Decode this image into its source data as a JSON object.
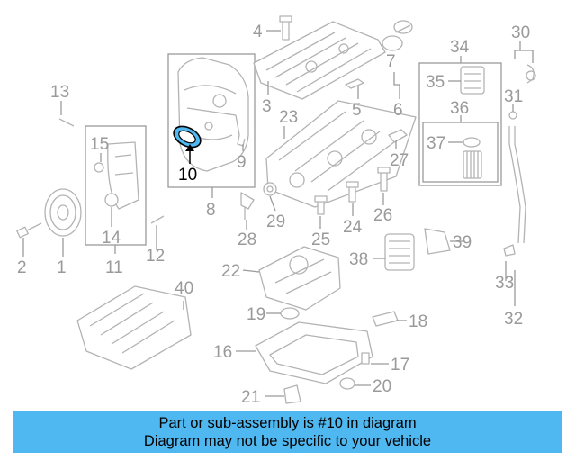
{
  "diagram": {
    "highlight_color": "#4fb8f0",
    "callouts": [
      "1",
      "2",
      "3",
      "4",
      "5",
      "6",
      "7",
      "8",
      "9",
      "10",
      "11",
      "12",
      "13",
      "14",
      "15",
      "16",
      "17",
      "18",
      "19",
      "20",
      "21",
      "22",
      "23",
      "24",
      "25",
      "26",
      "27",
      "28",
      "29",
      "30",
      "31",
      "32",
      "33",
      "34",
      "35",
      "36",
      "37",
      "38",
      "39",
      "40"
    ],
    "highlighted_part": "10"
  },
  "banner": {
    "line1": "Part or sub-assembly is #10 in diagram",
    "line2": "Diagram may not be specific to your vehicle",
    "background": "#4fb8f0"
  }
}
